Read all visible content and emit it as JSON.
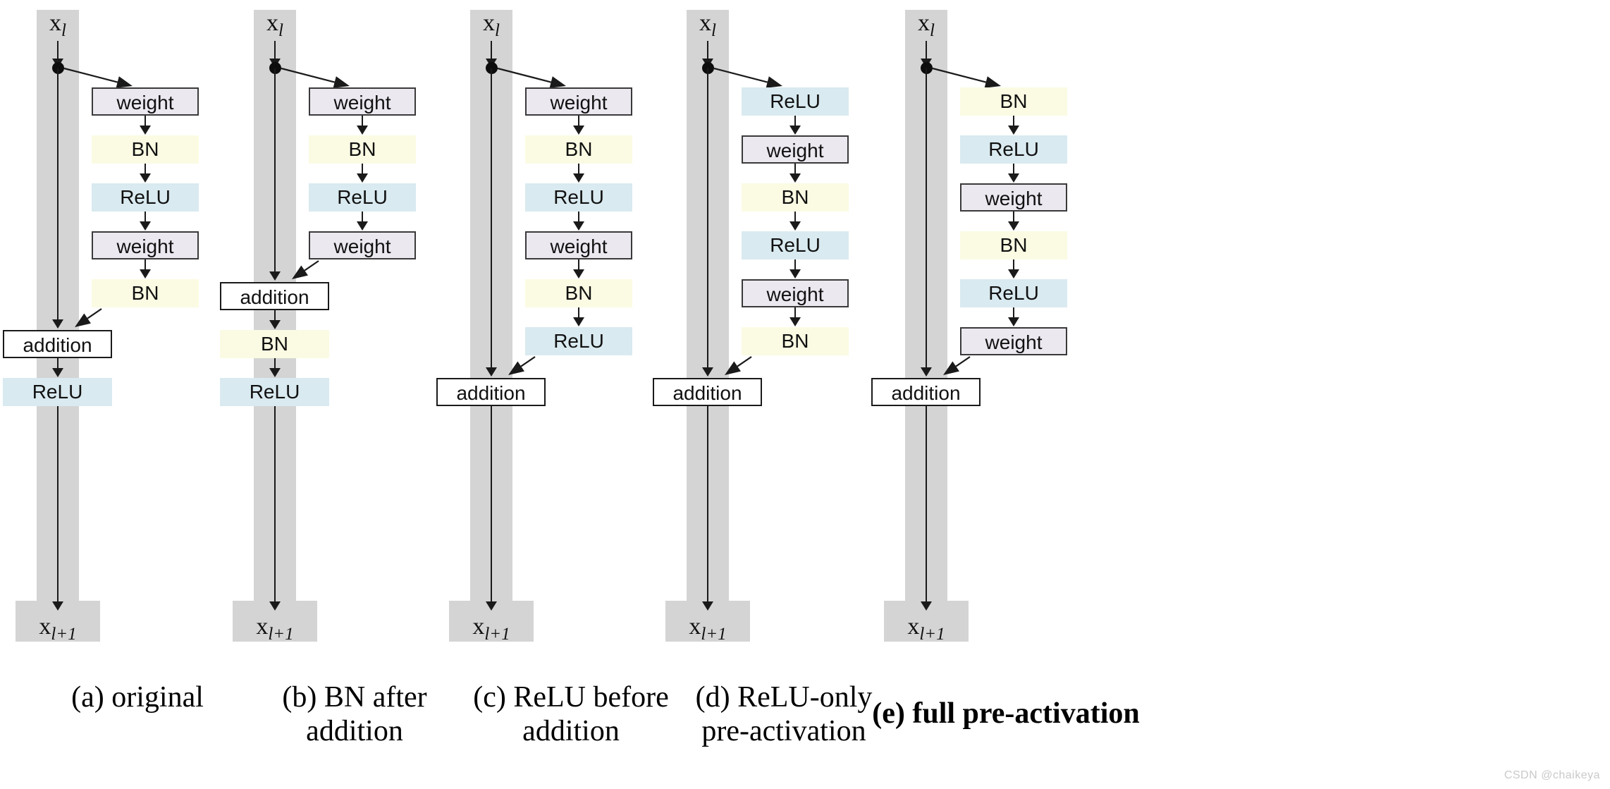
{
  "figure": {
    "title": "ResNet residual unit variants",
    "input_label": "x",
    "input_sub": "l",
    "output_label": "x",
    "output_sub": "l+1",
    "watermark": "CSDN @chaikeya",
    "colors": {
      "band": "#d4d4d4",
      "weight_fill": "#ece8f0",
      "weight_border": "#3a3a3a",
      "bn_fill": "#fbfbe3",
      "relu_fill": "#d9eaf0",
      "addition_fill": "#ffffff",
      "addition_border": "#1a1a1a",
      "arrow": "#1a1a1a",
      "text": "#111111"
    },
    "op_labels": {
      "weight": "weight",
      "bn": "BN",
      "relu": "ReLU",
      "addition": "addition"
    }
  },
  "panels": [
    {
      "id": "a",
      "caption": "(a) original",
      "caption_bold": false,
      "branch_ops": [
        "weight",
        "BN",
        "ReLU",
        "weight",
        "BN"
      ],
      "addition": "addition",
      "post_ops": [
        "ReLU"
      ]
    },
    {
      "id": "b",
      "caption": "(b) BN after\naddition",
      "caption_bold": false,
      "branch_ops": [
        "weight",
        "BN",
        "ReLU",
        "weight"
      ],
      "addition": "addition",
      "post_ops": [
        "BN",
        "ReLU"
      ]
    },
    {
      "id": "c",
      "caption": "(c) ReLU before\naddition",
      "caption_bold": false,
      "branch_ops": [
        "weight",
        "BN",
        "ReLU",
        "weight",
        "BN",
        "ReLU"
      ],
      "addition": "addition",
      "post_ops": []
    },
    {
      "id": "d",
      "caption": "(d) ReLU-only\npre-activation",
      "caption_bold": false,
      "branch_ops": [
        "ReLU",
        "weight",
        "BN",
        "ReLU",
        "weight",
        "BN"
      ],
      "addition": "addition",
      "post_ops": []
    },
    {
      "id": "e",
      "caption": "(e) full pre-activation",
      "caption_bold": true,
      "branch_ops": [
        "BN",
        "ReLU",
        "weight",
        "BN",
        "ReLU",
        "weight"
      ],
      "addition": "addition",
      "post_ops": []
    }
  ]
}
